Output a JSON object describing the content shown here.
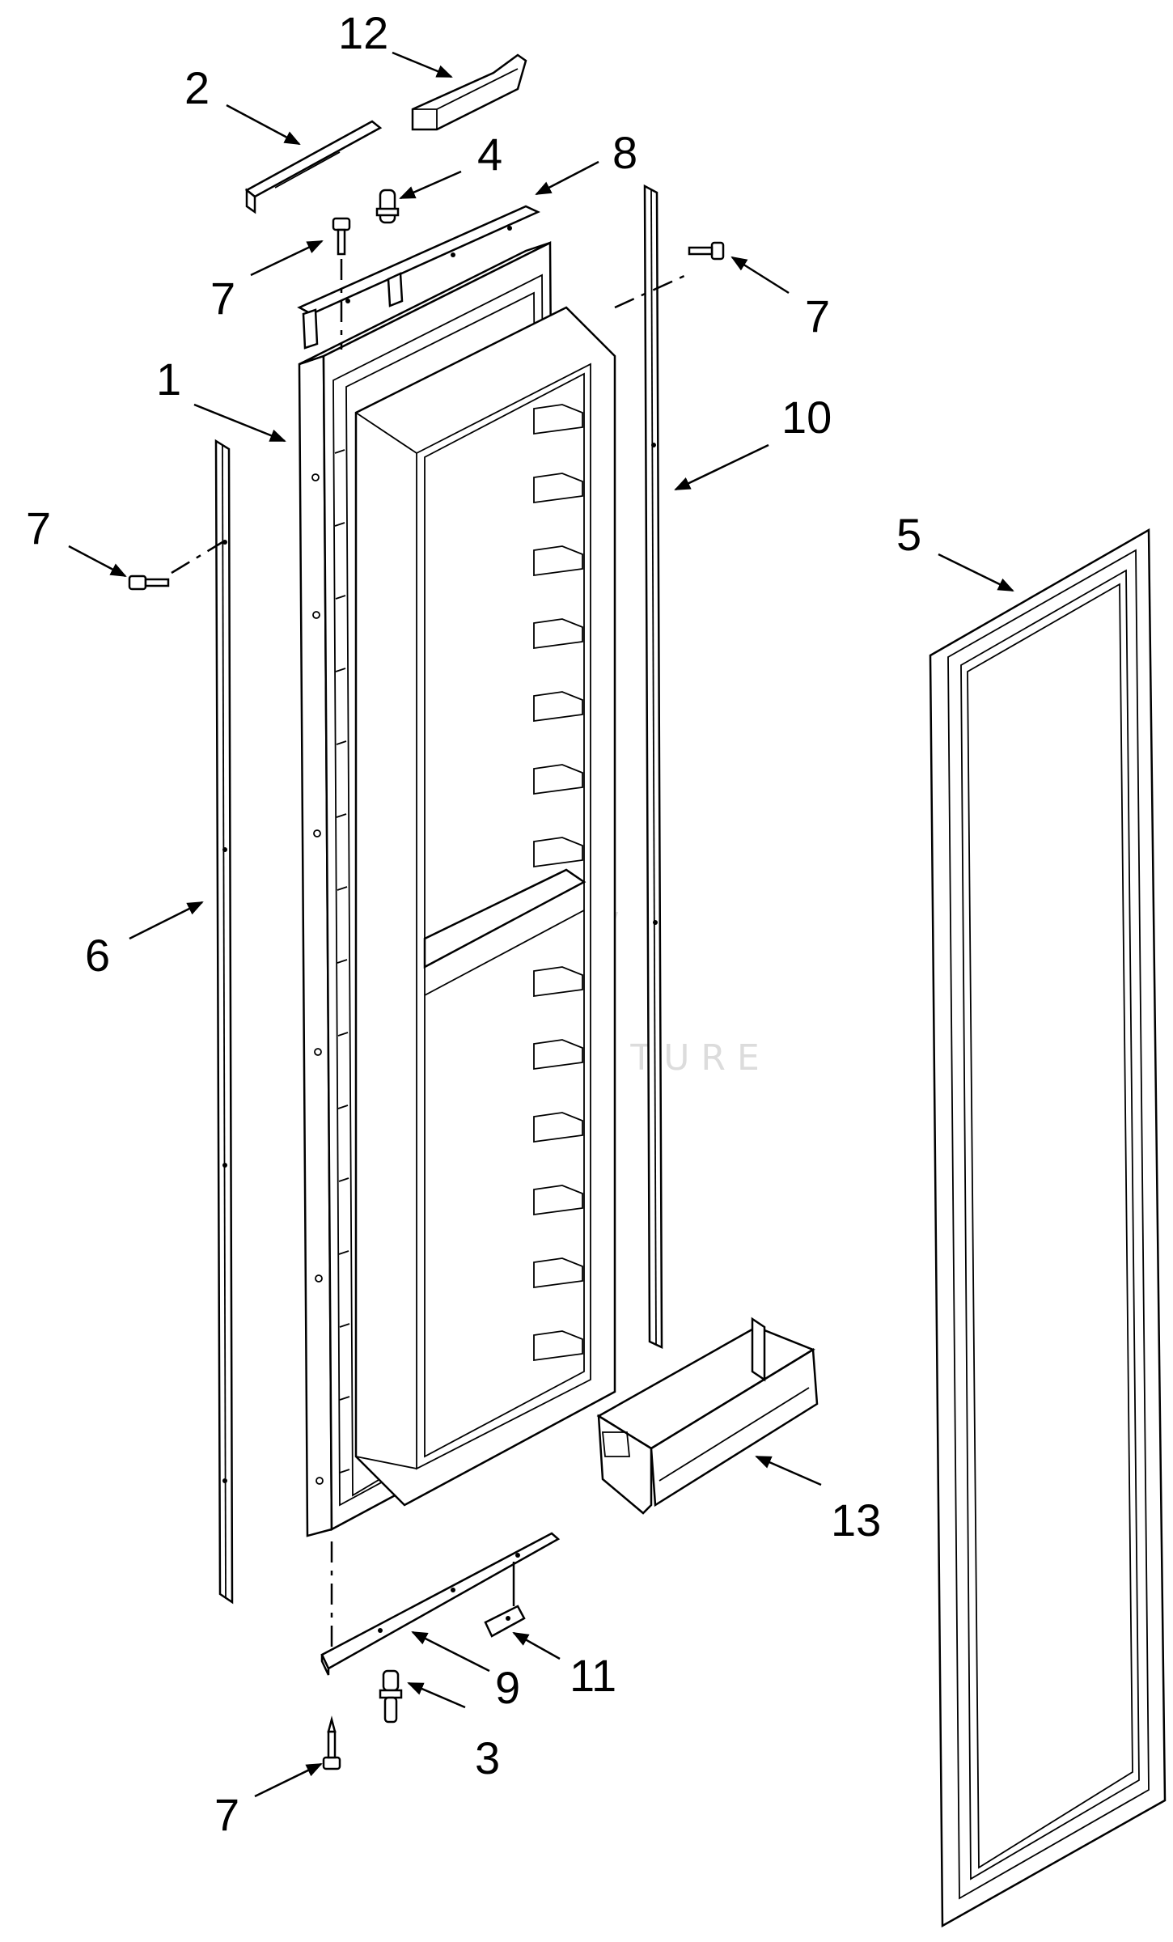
{
  "callouts": {
    "c1": "1",
    "c2": "2",
    "c3": "3",
    "c4": "4",
    "c5": "5",
    "c6": "6",
    "c7a": "7",
    "c7b": "7",
    "c7c": "7",
    "c7d": "7",
    "c8": "8",
    "c9": "9",
    "c10": "10",
    "c11": "11",
    "c12": "12",
    "c13": "13"
  },
  "watermark": "LEADVENTURE",
  "colors": {
    "line": "#000000",
    "background": "#ffffff",
    "watermark": "#dcdcdc"
  }
}
